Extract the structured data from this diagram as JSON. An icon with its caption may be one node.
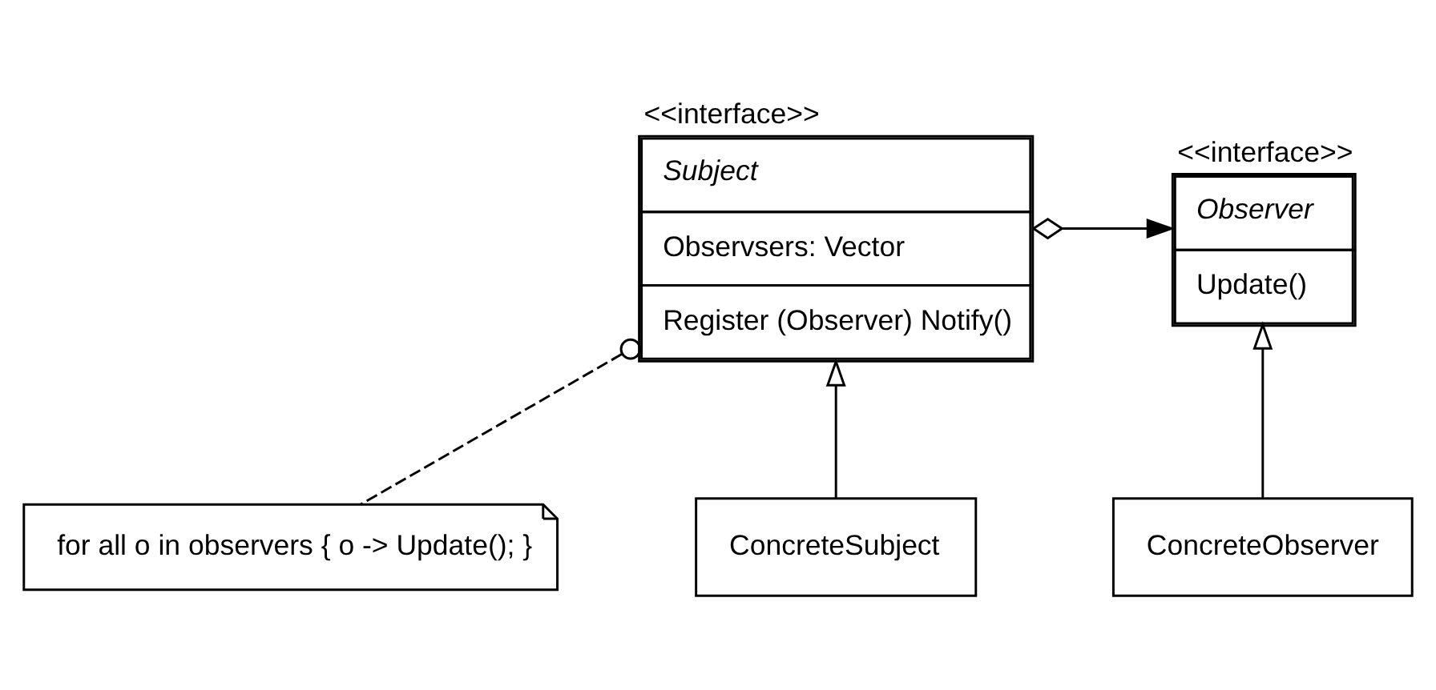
{
  "diagram": {
    "nodes": [
      {
        "text": [
          "<<interface>>",
          "Subject",
          "Observsers: Vector",
          "Register (Observer) Notify()"
        ]
      },
      {
        "text": [
          "<<interface>>",
          "Observer",
          "Update()"
        ]
      },
      {
        "text": [
          "for all o in observers { o -> Update(); }"
        ]
      },
      {
        "text": [
          "ConcreteSubject"
        ]
      },
      {
        "text": [
          "ConcreteObserver"
        ]
      }
    ],
    "edges": [
      {
        "from": 0,
        "to": 1,
        "arrow": "to"
      },
      {
        "from": 0,
        "to": 2,
        "arrow": "other",
        "style": "dashed"
      },
      {
        "from": 3,
        "to": 0,
        "arrow": "to"
      },
      {
        "from": 4,
        "to": 1,
        "arrow": "to"
      }
    ]
  }
}
